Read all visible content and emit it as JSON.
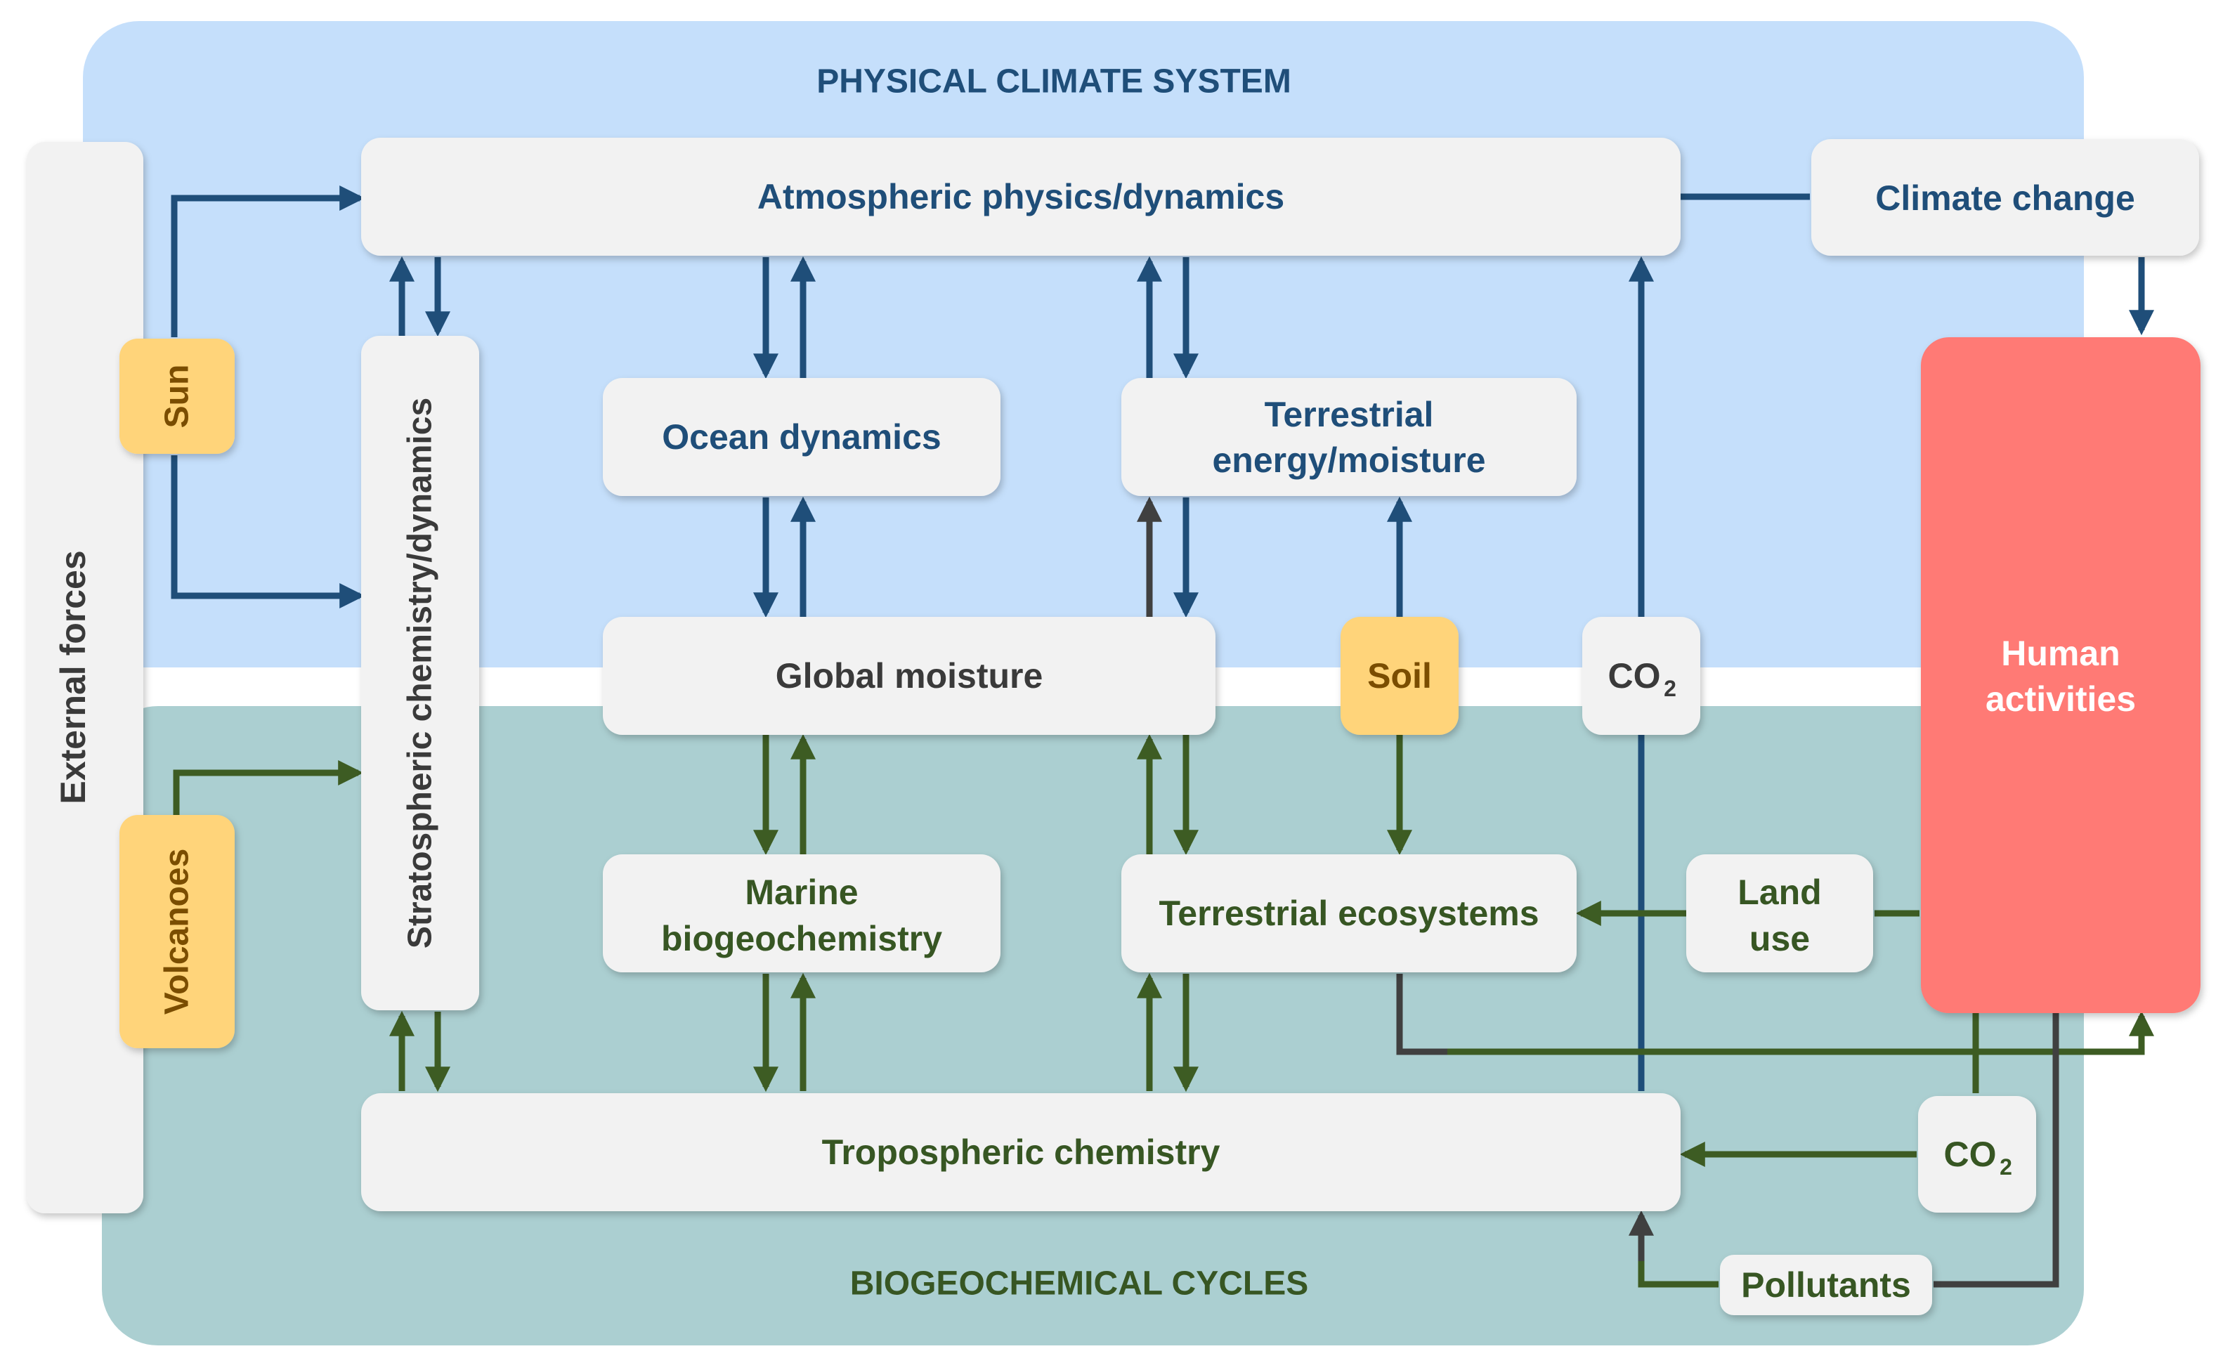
{
  "regions": {
    "physical": "PHYSICAL CLIMATE SYSTEM",
    "biogeochemical": "BIOGEOCHEMICAL CYCLES"
  },
  "nodes": {
    "external_forces": "External forces",
    "sun": "Sun",
    "volcanoes": "Volcanoes",
    "stratospheric": "Stratospheric chemistry/dynamics",
    "atmospheric": "Atmospheric physics/dynamics",
    "climate_change": "Climate change",
    "ocean_dynamics": "Ocean dynamics",
    "terrestrial_energy_1": "Terrestrial",
    "terrestrial_energy_2": "energy/moisture",
    "global_moisture": "Global moisture",
    "soil": "Soil",
    "co2_top": "CO",
    "co2_top_sub": "2",
    "human_1": "Human",
    "human_2": "activities",
    "marine_1": "Marine",
    "marine_2": "biogeochemistry",
    "terrestrial_ecosystems": "Terrestrial ecosystems",
    "land_use_1": "Land",
    "land_use_2": "use",
    "tropospheric": "Tropospheric chemistry",
    "co2_bottom": "CO",
    "co2_bottom_sub": "2",
    "pollutants": "Pollutants"
  },
  "colors": {
    "physical_region": "#c5dffb",
    "biogeochemical_region": "#abcfd1",
    "node_box": "#f2f2f2",
    "highlight_box": "#ffd47a",
    "human_box": "#ff7a74",
    "physical_text": "#1f4e79",
    "biogeochemical_text": "#375623"
  }
}
